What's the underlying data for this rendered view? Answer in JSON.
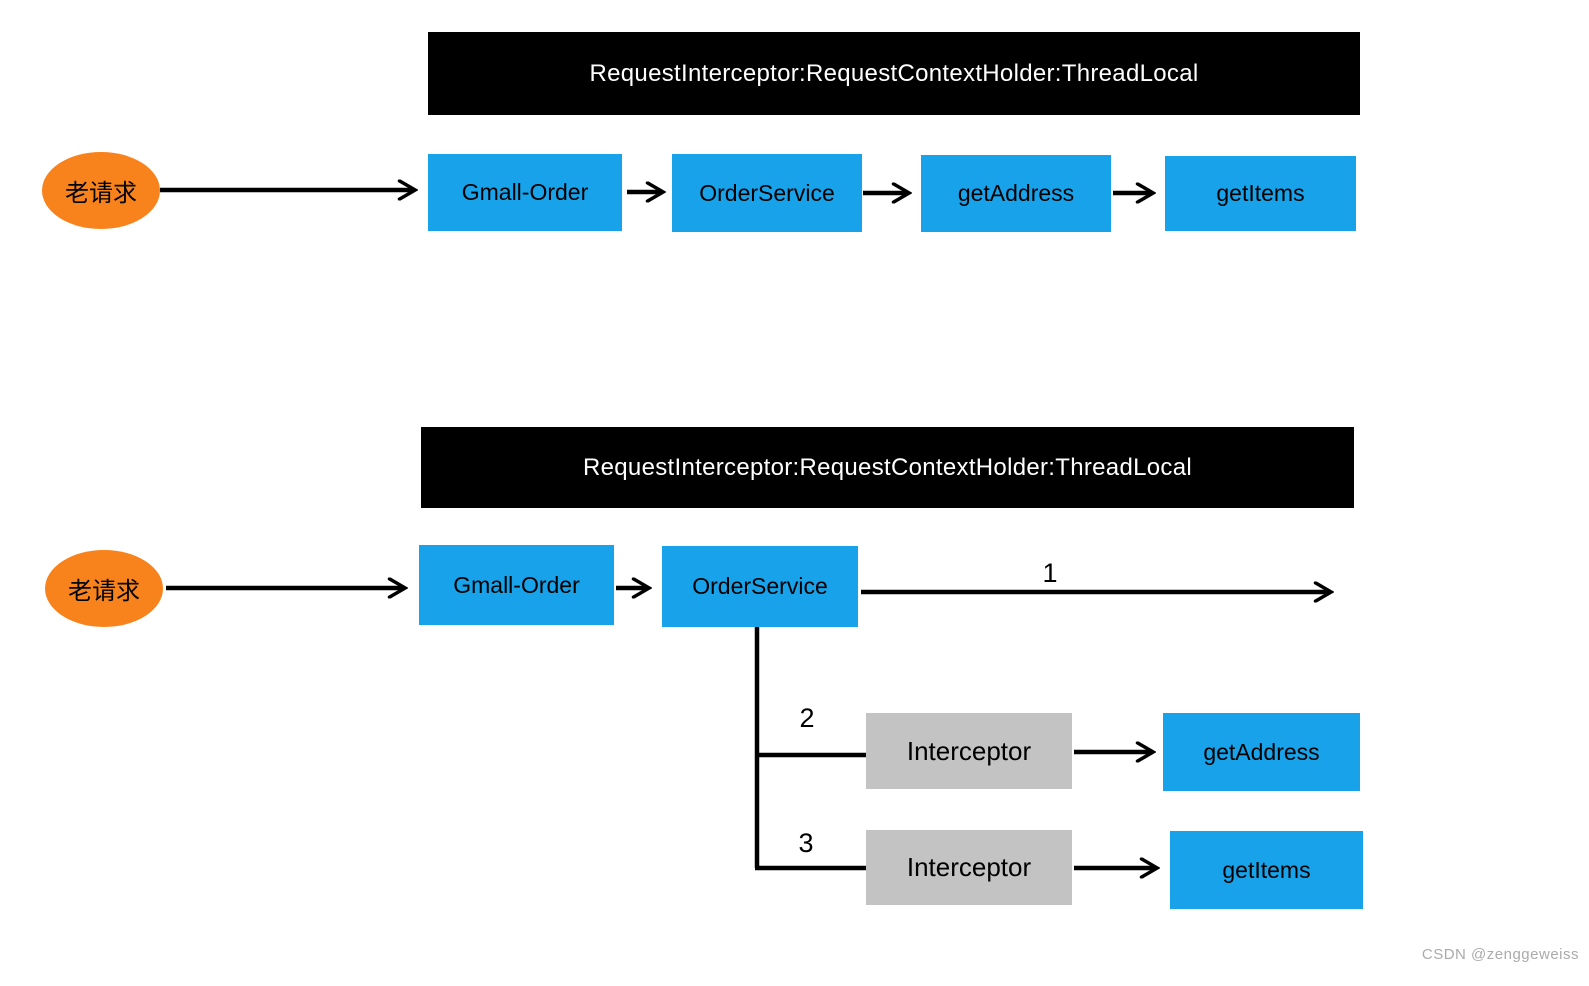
{
  "diagram1": {
    "header": "RequestInterceptor:RequestContextHolder:ThreadLocal",
    "request_label": "老请求",
    "nodes": [
      "Gmall-Order",
      "OrderService",
      "getAddress",
      "getItems"
    ]
  },
  "diagram2": {
    "header": "RequestInterceptor:RequestContextHolder:ThreadLocal",
    "request_label": "老请求",
    "gmall_order": "Gmall-Order",
    "order_service": "OrderService",
    "branch1_label": "1",
    "branch2_label": "2",
    "branch3_label": "3",
    "interceptor_a": "Interceptor",
    "interceptor_b": "Interceptor",
    "get_address": "getAddress",
    "get_items": "getItems"
  },
  "watermark": "CSDN @zenggeweiss",
  "colors": {
    "node_blue": "#18A2E9",
    "request_orange": "#F8831D",
    "interceptor_gray": "#C3C3C3",
    "header_bg": "#000000",
    "header_text": "#FFFFFF",
    "arrow": "#000000",
    "watermark_text": "#ABABAB"
  }
}
